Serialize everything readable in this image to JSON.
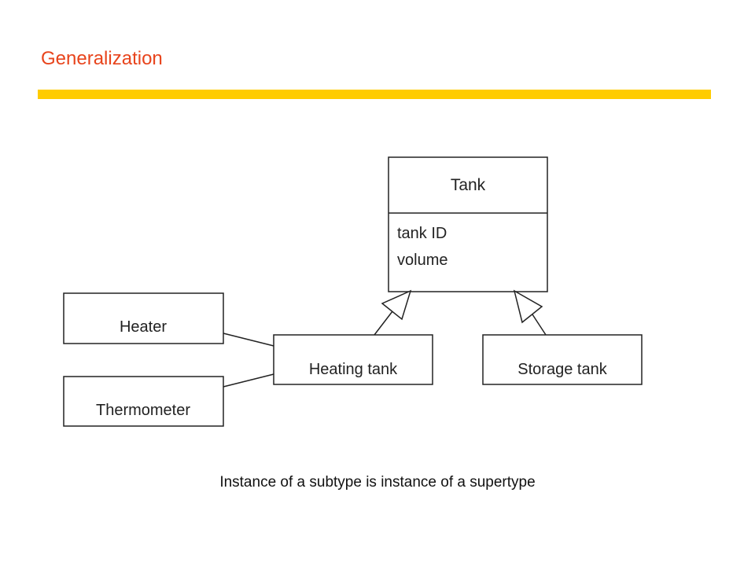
{
  "slide": {
    "title": "Generalization",
    "caption": "Instance of a subtype is instance of a supertype",
    "accent_color": "#e8441c",
    "rule_color": "#ffcc00"
  },
  "diagram": {
    "supertype": {
      "name": "Tank",
      "attributes": [
        "tank ID",
        "volume"
      ]
    },
    "subtypes": [
      {
        "name": "Heating tank"
      },
      {
        "name": "Storage tank"
      }
    ],
    "associated_classes": [
      {
        "name": "Heater"
      },
      {
        "name": "Thermometer"
      }
    ]
  }
}
